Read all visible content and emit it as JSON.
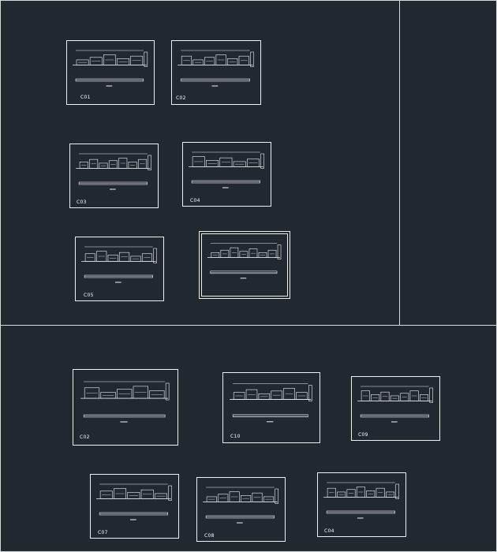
{
  "canvas": {
    "background": "#212830",
    "line_color": "#f2f2f2",
    "border_color": "#d8d8d8"
  },
  "sheets": [
    {
      "id": "C01",
      "label": "C01"
    },
    {
      "id": "C02",
      "label": "C02"
    },
    {
      "id": "C03",
      "label": "C03"
    },
    {
      "id": "C04",
      "label": "C04"
    },
    {
      "id": "C05",
      "label": "C05"
    },
    {
      "id": "C06",
      "label": ""
    },
    {
      "id": "C07b",
      "label": "C02"
    },
    {
      "id": "C10",
      "label": "C10"
    },
    {
      "id": "C09",
      "label": "C09"
    },
    {
      "id": "C07",
      "label": "C07"
    },
    {
      "id": "C08",
      "label": "C08"
    },
    {
      "id": "C04b",
      "label": "C04"
    }
  ]
}
